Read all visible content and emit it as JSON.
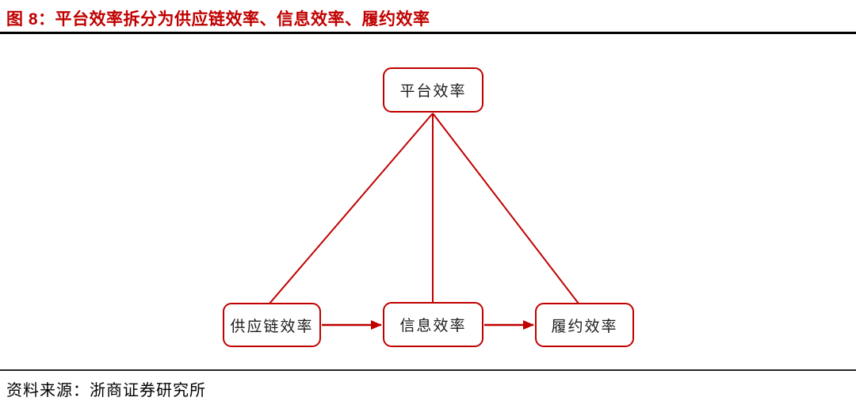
{
  "figure": {
    "title": "图 8：平台效率拆分为供应链效率、信息效率、履约效率",
    "source": "资料来源：浙商证券研究所"
  },
  "diagram": {
    "nodes": {
      "platform": "平台效率",
      "supply_chain": "供应链效率",
      "information": "信息效率",
      "fulfillment": "履约效率"
    },
    "relations": [
      "平台效率 — 供应链效率",
      "平台效率 — 信息效率",
      "平台效率 — 履约效率",
      "供应链效率 → 信息效率",
      "信息效率 → 履约效率"
    ]
  },
  "colors": {
    "accent_red": "#c00000",
    "rule_black": "#000000",
    "node_text": "#1c1c1c"
  }
}
